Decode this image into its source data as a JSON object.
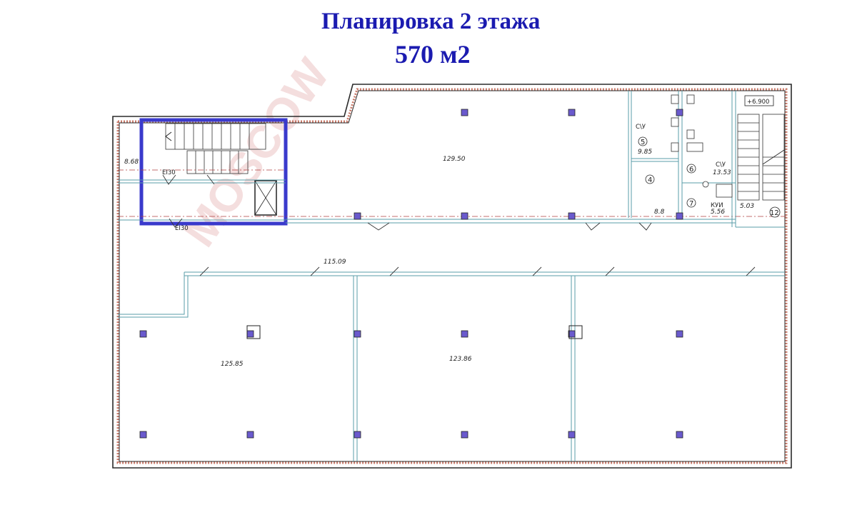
{
  "title": {
    "line1": "Планировка 2 этажа",
    "line2": "570 м2"
  },
  "watermark": "MOSCOW",
  "colors": {
    "title": "#1b1bb0",
    "wall": "#2a2a2a",
    "partition": "#5a9ca8",
    "column_fill": "#6a5acd",
    "wall_hatch": "#c87a6a",
    "watermark": "#e8b8b8"
  },
  "plan": {
    "elevation": "+6.900",
    "areas": {
      "a1": "129.50",
      "a2": "115.09",
      "a3": "125.85",
      "a4": "123.86",
      "a5": "8.68",
      "a6": "8.8",
      "a7": "9.85",
      "a8": "13.53",
      "a9": "5.56",
      "a10": "5.03"
    },
    "room_labels": {
      "wc1": "С\\У",
      "wc2": "С\\У",
      "kui": "КУИ"
    },
    "room_numbers": {
      "r4": "4",
      "r5": "5",
      "r6": "6",
      "r7": "7",
      "r12": "12"
    },
    "door_labels": {
      "d1": "EI30",
      "d2": "EI30"
    }
  }
}
